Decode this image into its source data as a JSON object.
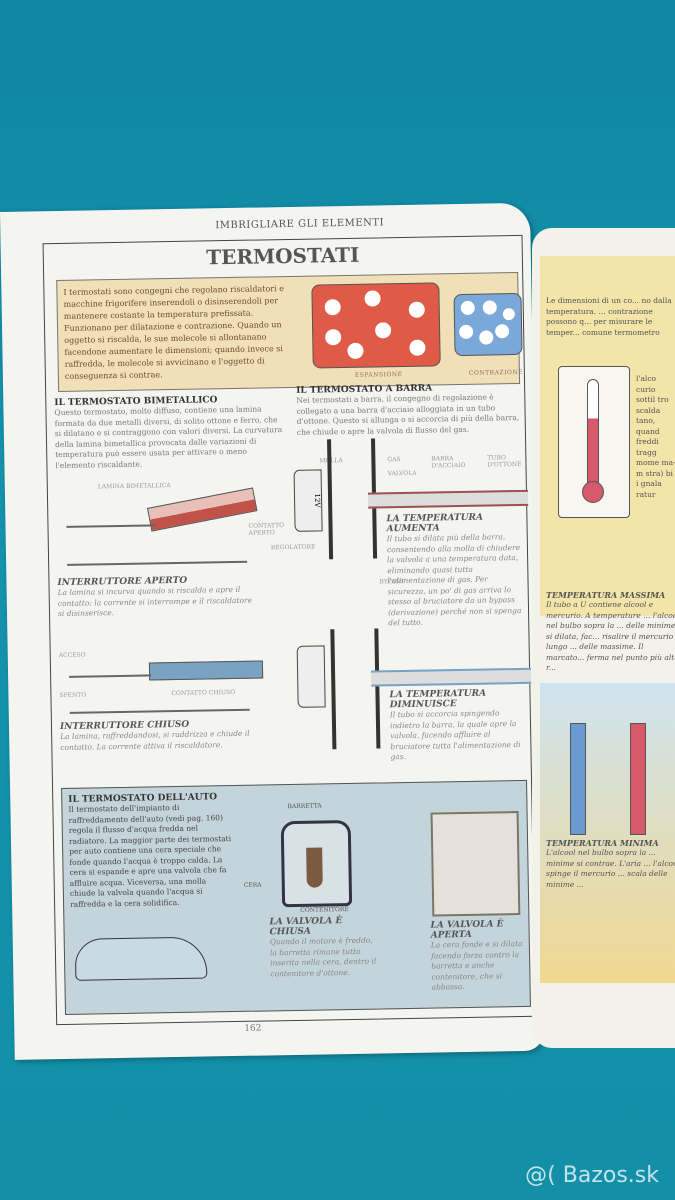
{
  "page": {
    "running_head": "IMBRIGLIARE GLI ELEMENTI",
    "title": "TERMOSTATI",
    "intro": "I termostati sono congegni che regolano riscaldatori e macchine frigorifere inserendoli o disinserendoli per mantenere costante la temperatura prefissata. Funzionano per dilatazione e contrazione. Quando un oggetto si riscalda, le sue molecole si allontanano facendone aumentare le dimensioni; quando invece si raffredda, le molecole si avvicinano e l'oggetto di conseguenza si contrae.",
    "expansion_label": "ESPANSIONE",
    "contraction_label": "CONTRAZIONE",
    "bimetal": {
      "heading": "IL TERMOSTATO BIMETALLICO",
      "text": "Questo termostato, molto diffuso, contiene una lamina formata da due metalli diversi, di solito ottone e ferro, che si dilatano e si contraggono con valori diversi. La curvatura della lamina bimetallica provocata dalle variazioni di temperatura può essere usata per attivare o meno l'elemento riscaldante.",
      "label_strip": "LAMINA BIMETALLICA",
      "label_open_contact": "CONTATTO APERTO",
      "open_heading": "INTERRUTTORE APERTO",
      "open_text": "La lamina si incurva quando si riscalda e apre il contatto: la corrente si interrompe e il riscaldatore si disinserisce.",
      "label_on": "ACCESO",
      "label_off": "SPENTO",
      "label_closed_contact": "CONTATTO CHIUSO",
      "closed_heading": "INTERRUTTORE CHIUSO",
      "closed_text": "La lamina, raffreddandosi, si raddrizza e chiude il contatto. La corrente attiva il riscaldatore."
    },
    "bar": {
      "heading": "IL TERMOSTATO A BARRA",
      "text": "Nei termostati a barra, il congegno di regolazione è collegato a una barra d'acciaio alloggiata in un tubo d'ottone. Questo si allunga o si accorcia di più della barra, che chiude o apre la valvola di flusso del gas.",
      "label_spring": "MOLLA",
      "label_gas": "GAS",
      "label_valve": "VALVOLA",
      "label_steel_bar": "BARRA D'ACCIAIO",
      "label_tube": "TUBO D'OTTONE",
      "label_regulator": "REGOLATORE",
      "label_bypass": "BYPASS",
      "dial": "12V",
      "rise_heading": "LA TEMPERATURA AUMENTA",
      "rise_text": "Il tubo si dilata più della barra, consentendo alla molla di chiudere la valvola a una temperatura data, eliminando quasi tutta l'alimentazione di gas. Per sicurezza, un po' di gas arriva lo stesso al bruciatore da un bypass (derivazione) perché non si spenga del tutto.",
      "fall_heading": "LA TEMPERATURA DIMINUISCE",
      "fall_text": "Il tubo si accorcia spingendo indietro la barra, la quale apre la valvola, facendo affluire al bruciatore tutta l'alimentazione di gas."
    },
    "auto": {
      "heading": "IL TERMOSTATO DELL'AUTO",
      "text": "Il termostato dell'impianto di raffreddamento dell'auto (vedi pag. 160) regola il flusso d'acqua fredda nel radiatore. La maggior parte dei termostati per auto contiene una cera speciale che fonde quando l'acqua è troppo calda. La cera si espande e apre una valvola che fa affluire acqua. Viceversa, una molla chiude la valvola quando l'acqua si raffredda e la cera solidifica.",
      "label_rod": "BARRETTA",
      "label_wax": "CERA",
      "label_container": "CONTENITORE",
      "closed_heading": "LA VALVOLA È CHIUSA",
      "closed_text": "Quando il motore è freddo, la barretta rimane tutta inserita nella cera, dentro il contenitore d'ottone.",
      "open_heading": "LA VALVOLA È APERTA",
      "open_text": "La cera fonde e si dilata facendo forza contro la barretta e anche contenitore, che si abbassa."
    },
    "page_number": "162"
  },
  "right_page": {
    "intro": "Le dimensioni di un co... no dalla temperatura. ... contrazione possono q... per misurare le temper... comune termometro",
    "side_text": "l'alco curio sottil tro scalda tano, quand freddi tragg mome ma-m stra) bi i gnala ratur",
    "max_heading": "TEMPERATURA MASSIMA",
    "max_text": "Il tubo a U contiene alcool e mercurio. A temperature ... l'alcool nel bulbo sopra la ... delle minime si dilata, fac... risalire il mercurio lungo ... delle massime. Il marcato... ferma nel punto più alto r...",
    "min_heading": "TEMPERATURA MINIMA",
    "min_text": "L'alcool nel bulbo sopra la ... minime si contrae. L'aria ... l'alcool spinge il mercurio ... scala delle minime ..."
  },
  "watermark": "@( Bazos.sk",
  "colors": {
    "background": "#1390a8",
    "intro_box": "#f1dfb8",
    "expansion": "#e05a48",
    "contraction": "#7aa8d8",
    "auto_box": "#c3d4da"
  }
}
